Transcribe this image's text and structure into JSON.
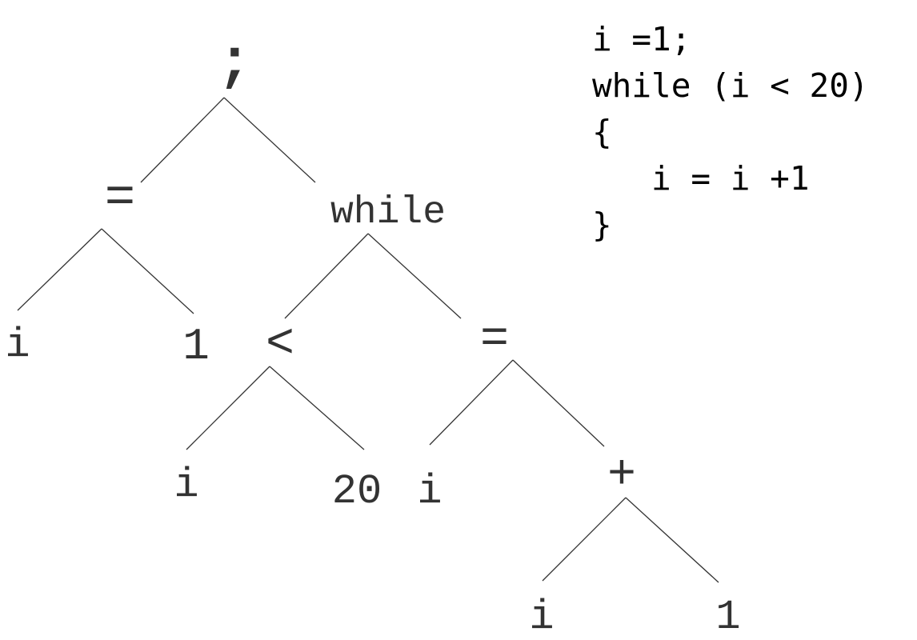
{
  "tree": {
    "nodes": [
      {
        "id": "semi",
        "label": ";"
      },
      {
        "id": "assign1",
        "label": "="
      },
      {
        "id": "while",
        "label": "while"
      },
      {
        "id": "i1",
        "label": "i"
      },
      {
        "id": "one1",
        "label": "1"
      },
      {
        "id": "lt",
        "label": "<"
      },
      {
        "id": "assign2",
        "label": "="
      },
      {
        "id": "i2",
        "label": "i"
      },
      {
        "id": "twenty",
        "label": "20"
      },
      {
        "id": "i3",
        "label": "i"
      },
      {
        "id": "plus",
        "label": "+"
      },
      {
        "id": "i4",
        "label": "i"
      },
      {
        "id": "one2",
        "label": "1"
      }
    ],
    "edges": [
      [
        "semi",
        "assign1"
      ],
      [
        "semi",
        "while"
      ],
      [
        "assign1",
        "i1"
      ],
      [
        "assign1",
        "one1"
      ],
      [
        "while",
        "lt"
      ],
      [
        "while",
        "assign2"
      ],
      [
        "lt",
        "i2"
      ],
      [
        "lt",
        "twenty"
      ],
      [
        "assign2",
        "i3"
      ],
      [
        "assign2",
        "plus"
      ],
      [
        "plus",
        "i4"
      ],
      [
        "plus",
        "one2"
      ]
    ]
  },
  "code": {
    "lines": [
      "i =1;",
      "while (i < 20)",
      "{",
      "   i = i +1",
      "}"
    ]
  }
}
